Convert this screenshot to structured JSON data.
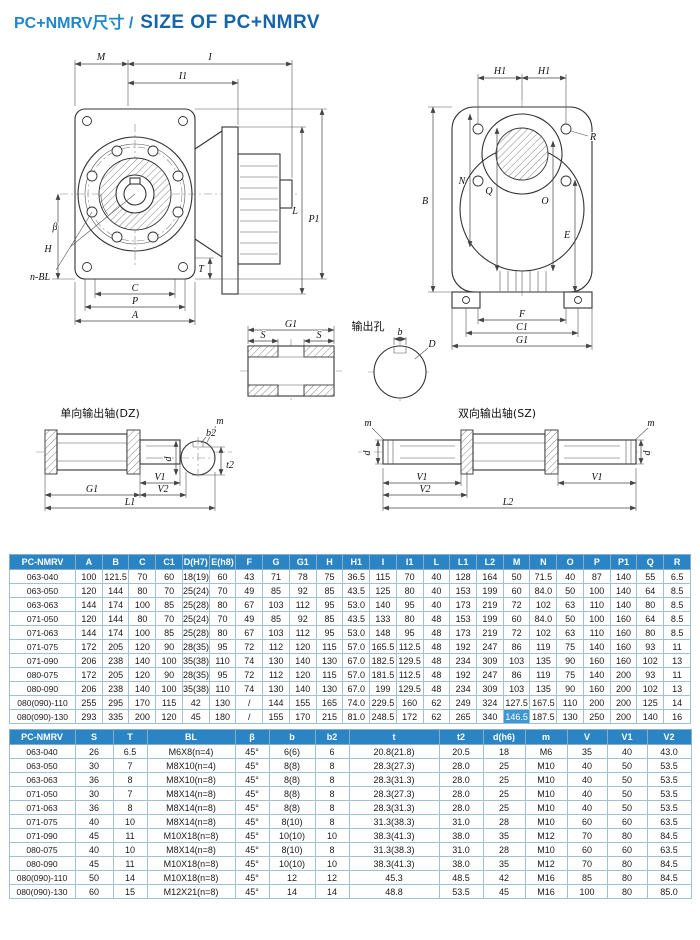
{
  "page": {
    "title_cn": "PC+NMRV尺寸 /",
    "title_en": "SIZE OF PC+NMRV"
  },
  "colors": {
    "title_blue": "#1d7dc2",
    "table_header_bg": "#2b84c4",
    "table_border": "#9fc0d6",
    "highlight_cell_bg": "#3f97cf"
  },
  "drawing": {
    "section_output_hole": "输出孔",
    "section_dz": "单向输出轴(DZ)",
    "section_sz": "双向输出轴(SZ)",
    "labels": {
      "M": "M",
      "I": "I",
      "I1": "I1",
      "beta": "β",
      "H": "H",
      "nBL": "n-BL",
      "T": "T",
      "L": "L",
      "P1": "P1",
      "C": "C",
      "P": "P",
      "A": "A",
      "H1": "H1",
      "B": "B",
      "N": "N",
      "Q": "Q",
      "O": "O",
      "E": "E",
      "R": "R",
      "F": "F",
      "C1": "C1",
      "G1": "G1",
      "S": "S",
      "b": "b",
      "b2": "b2",
      "D": "D",
      "d": "d",
      "m": "m",
      "t2": "t2",
      "V1": "V1",
      "V2": "V2",
      "L1": "L1",
      "L2": "L2"
    }
  },
  "table1": {
    "headers": [
      "PC-NMRV",
      "A",
      "B",
      "C",
      "C1",
      "D(H7)",
      "E(h8)",
      "F",
      "G",
      "G1",
      "H",
      "H1",
      "I",
      "I1",
      "L",
      "L1",
      "L2",
      "M",
      "N",
      "O",
      "P",
      "P1",
      "Q",
      "R"
    ],
    "rows": [
      [
        "063-040",
        "100",
        "121.5",
        "70",
        "60",
        "18(19)",
        "60",
        "43",
        "71",
        "78",
        "75",
        "36.5",
        "115",
        "70",
        "40",
        "128",
        "164",
        "50",
        "71.5",
        "40",
        "87",
        "140",
        "55",
        "6.5"
      ],
      [
        "063-050",
        "120",
        "144",
        "80",
        "70",
        "25(24)",
        "70",
        "49",
        "85",
        "92",
        "85",
        "43.5",
        "125",
        "80",
        "40",
        "153",
        "199",
        "60",
        "84.0",
        "50",
        "100",
        "140",
        "64",
        "8.5"
      ],
      [
        "063-063",
        "144",
        "174",
        "100",
        "85",
        "25(28)",
        "80",
        "67",
        "103",
        "112",
        "95",
        "53.0",
        "140",
        "95",
        "40",
        "173",
        "219",
        "72",
        "102",
        "63",
        "110",
        "140",
        "80",
        "8.5"
      ],
      [
        "071-050",
        "120",
        "144",
        "80",
        "70",
        "25(24)",
        "70",
        "49",
        "85",
        "92",
        "85",
        "43.5",
        "133",
        "80",
        "48",
        "153",
        "199",
        "60",
        "84.0",
        "50",
        "100",
        "160",
        "64",
        "8.5"
      ],
      [
        "071-063",
        "144",
        "174",
        "100",
        "85",
        "25(28)",
        "80",
        "67",
        "103",
        "112",
        "95",
        "53.0",
        "148",
        "95",
        "48",
        "173",
        "219",
        "72",
        "102",
        "63",
        "110",
        "160",
        "80",
        "8.5"
      ],
      [
        "071-075",
        "172",
        "205",
        "120",
        "90",
        "28(35)",
        "95",
        "72",
        "112",
        "120",
        "115",
        "57.0",
        "165.5",
        "112.5",
        "48",
        "192",
        "247",
        "86",
        "119",
        "75",
        "140",
        "160",
        "93",
        "11"
      ],
      [
        "071-090",
        "206",
        "238",
        "140",
        "100",
        "35(38)",
        "110",
        "74",
        "130",
        "140",
        "130",
        "67.0",
        "182.5",
        "129.5",
        "48",
        "234",
        "309",
        "103",
        "135",
        "90",
        "160",
        "160",
        "102",
        "13"
      ],
      [
        "080-075",
        "172",
        "205",
        "120",
        "90",
        "28(35)",
        "95",
        "72",
        "112",
        "120",
        "115",
        "57.0",
        "181.5",
        "112.5",
        "48",
        "192",
        "247",
        "86",
        "119",
        "75",
        "140",
        "200",
        "93",
        "11"
      ],
      [
        "080-090",
        "206",
        "238",
        "140",
        "100",
        "35(38)",
        "110",
        "74",
        "130",
        "140",
        "130",
        "67.0",
        "199",
        "129.5",
        "48",
        "234",
        "309",
        "103",
        "135",
        "90",
        "160",
        "200",
        "102",
        "13"
      ],
      [
        "080(090)-110",
        "255",
        "295",
        "170",
        "115",
        "42",
        "130",
        "/",
        "144",
        "155",
        "165",
        "74.0",
        "229.5",
        "160",
        "62",
        "249",
        "324",
        "127.5",
        "167.5",
        "110",
        "200",
        "200",
        "125",
        "14"
      ],
      [
        "080(090)-130",
        "293",
        "335",
        "200",
        "120",
        "45",
        "180",
        "/",
        "155",
        "170",
        "215",
        "81.0",
        "248.5",
        "172",
        "62",
        "265",
        "340",
        "146.5",
        "187.5",
        "130",
        "250",
        "200",
        "140",
        "16"
      ]
    ],
    "highlight": [
      10,
      17
    ]
  },
  "table2": {
    "headers": [
      "PC-NMRV",
      "S",
      "T",
      "BL",
      "β",
      "b",
      "b2",
      "t",
      "t2",
      "d(h6)",
      "m",
      "V",
      "V1",
      "V2"
    ],
    "rows": [
      [
        "063-040",
        "26",
        "6.5",
        "M6X8(n=4)",
        "45°",
        "6(6)",
        "6",
        "20.8(21.8)",
        "20.5",
        "18",
        "M6",
        "35",
        "40",
        "43.0"
      ],
      [
        "063-050",
        "30",
        "7",
        "M8X10(n=4)",
        "45°",
        "8(8)",
        "8",
        "28.3(27.3)",
        "28.0",
        "25",
        "M10",
        "40",
        "50",
        "53.5"
      ],
      [
        "063-063",
        "36",
        "8",
        "M8X10(n=8)",
        "45°",
        "8(8)",
        "8",
        "28.3(31.3)",
        "28.0",
        "25",
        "M10",
        "40",
        "50",
        "53.5"
      ],
      [
        "071-050",
        "30",
        "7",
        "M8X14(n=8)",
        "45°",
        "8(8)",
        "8",
        "28.3(27.3)",
        "28.0",
        "25",
        "M10",
        "40",
        "50",
        "53.5"
      ],
      [
        "071-063",
        "36",
        "8",
        "M8X14(n=8)",
        "45°",
        "8(8)",
        "8",
        "28.3(31.3)",
        "28.0",
        "25",
        "M10",
        "40",
        "50",
        "53.5"
      ],
      [
        "071-075",
        "40",
        "10",
        "M8X14(n=8)",
        "45°",
        "8(10)",
        "8",
        "31.3(38.3)",
        "31.0",
        "28",
        "M10",
        "60",
        "60",
        "63.5"
      ],
      [
        "071-090",
        "45",
        "11",
        "M10X18(n=8)",
        "45°",
        "10(10)",
        "10",
        "38.3(41.3)",
        "38.0",
        "35",
        "M12",
        "70",
        "80",
        "84.5"
      ],
      [
        "080-075",
        "40",
        "10",
        "M8X14(n=8)",
        "45°",
        "8(10)",
        "8",
        "31.3(38.3)",
        "31.0",
        "28",
        "M10",
        "60",
        "60",
        "63.5"
      ],
      [
        "080-090",
        "45",
        "11",
        "M10X18(n=8)",
        "45°",
        "10(10)",
        "10",
        "38.3(41.3)",
        "38.0",
        "35",
        "M12",
        "70",
        "80",
        "84.5"
      ],
      [
        "080(090)-110",
        "50",
        "14",
        "M10X18(n=8)",
        "45°",
        "12",
        "12",
        "45.3",
        "48.5",
        "42",
        "M16",
        "85",
        "80",
        "84.5"
      ],
      [
        "080(090)-130",
        "60",
        "15",
        "M12X21(n=8)",
        "45°",
        "14",
        "14",
        "48.8",
        "53.5",
        "45",
        "M16",
        "100",
        "80",
        "85.0"
      ]
    ]
  }
}
